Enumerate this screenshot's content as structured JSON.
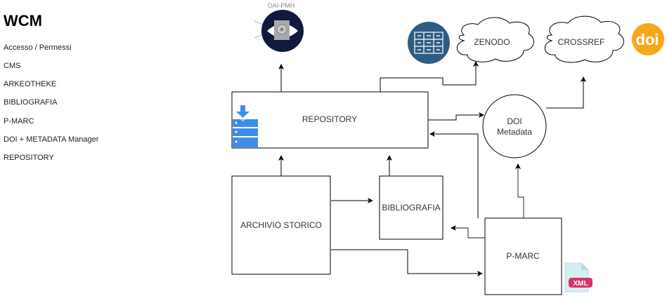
{
  "sidebar": {
    "title": "WCM",
    "items": [
      {
        "label": "Accesso / Permessi"
      },
      {
        "label": "CMS"
      },
      {
        "label": "ARKEOTHEKE"
      },
      {
        "label": "BIBLIOGRAFIA"
      },
      {
        "label": "P-MARC"
      },
      {
        "label": "DOI + METADATA Manager"
      },
      {
        "label": "REPOSITORY"
      }
    ]
  },
  "diagram": {
    "nodes": {
      "repository": "REPOSITORY",
      "archivio": "ARCHIVIO STORICO",
      "bibliografia": "BIBLIOGRAFIA",
      "pmarc": "P-MARC",
      "doi_line1": "DOI",
      "doi_line2": "Metadata",
      "zenodo": "ZENODO",
      "crossref": "CROSSREF"
    },
    "icons": {
      "oai_label": "OAI-PMH",
      "oai_icon": "oai-pmh-eye-icon",
      "zenodo_icon": "database-grid-icon",
      "doi_logo_text": "doi",
      "repository_icon": "server-download-icon",
      "xml_badge": "XML"
    },
    "colors": {
      "oai_dark": "#0f1a3c",
      "grid_blue": "#2f5c85",
      "server_blue": "#3d8ee8",
      "doi_orange": "#f6a81c",
      "xml_pink": "#d6336c"
    }
  }
}
